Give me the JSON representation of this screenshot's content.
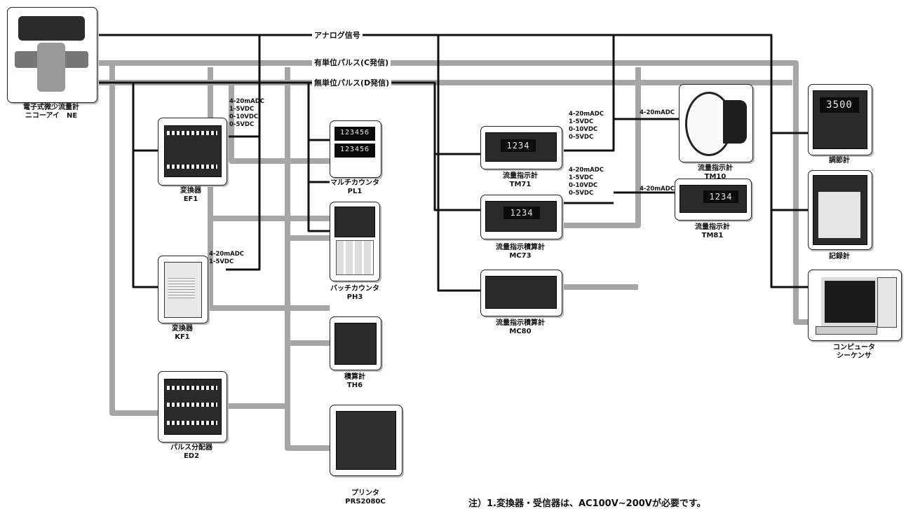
{
  "signals": {
    "analog": "アナログ信号",
    "c_pulse": "有単位パルス(C発信)",
    "d_pulse": "無単位パルス(D発信)"
  },
  "devices": {
    "ne": {
      "line1": "電子式微少流量計",
      "line2": "ニコーアイ　NE"
    },
    "ef1": {
      "line1": "変換器",
      "line2": "EF1"
    },
    "kf1": {
      "line1": "変換器",
      "line2": "KF1"
    },
    "ed2": {
      "line1": "パルス分配器",
      "line2": "ED2"
    },
    "pl1": {
      "line1": "マルチカウンタ",
      "line2": "PL1",
      "display": "123456"
    },
    "ph3": {
      "line1": "バッチカウンタ",
      "line2": "PH3"
    },
    "th6": {
      "line1": "積算計",
      "line2": "TH6"
    },
    "prs": {
      "line1": "プリンタ",
      "line2": "PRS2080C"
    },
    "tm71": {
      "line1": "流量指示計",
      "line2": "TM71",
      "display": "1234"
    },
    "mc73": {
      "line1": "流量指示積算計",
      "line2": "MC73",
      "display": "1234"
    },
    "mc80": {
      "line1": "流量指示積算計",
      "line2": "MC80"
    },
    "tm10": {
      "line1": "流量指示計",
      "line2": "TM10"
    },
    "tm81": {
      "line1": "流量指示計",
      "line2": "TM81",
      "display": "1234"
    },
    "ctrl": {
      "line1": "調節計",
      "display": "3500"
    },
    "rec": {
      "line1": "記録計"
    },
    "pc": {
      "line1": "コンピュータ",
      "line2": "シーケンサ"
    }
  },
  "specs": {
    "ef1": "4-20mADC\n1-5VDC\n0-10VDC\n0-5VDC",
    "kf1": "4-20mADC\n1-5VDC",
    "tm71": "4-20mADC\n1-5VDC\n0-10VDC\n0-5VDC",
    "mc73": "4-20mADC\n1-5VDC\n0-10VDC\n0-5VDC",
    "tm10": "4-20mADC",
    "tm81": "4-20mADC"
  },
  "note": "注）1.変換器・受信器は、AC100V~200Vが必要です。",
  "colors": {
    "analog_line": "#111111",
    "pulse_line": "#a6a6a6"
  }
}
